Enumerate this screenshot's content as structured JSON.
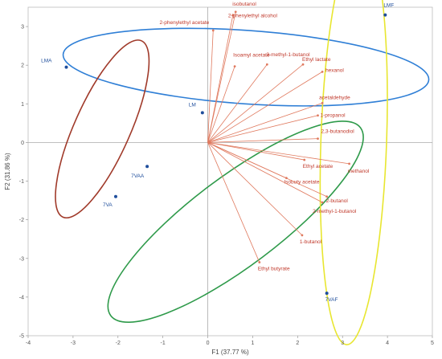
{
  "chart_data": {
    "type": "scatter",
    "xlabel": "F1 (37.77 %)",
    "ylabel": "F2 (31.86 %)",
    "xlim": [
      -4,
      5
    ],
    "ylim": [
      -5,
      3.5
    ],
    "xticks": [
      "-4",
      "-3",
      "-2",
      "-1",
      "0",
      "1",
      "2",
      "3",
      "4",
      "5"
    ],
    "yticks": [
      "-5",
      "-4",
      "-3",
      "-2",
      "-1",
      "0",
      "1",
      "2",
      "3"
    ],
    "grid": false,
    "colors": {
      "variables": "#e07a5f",
      "variable_text": "#c0392b",
      "samples": "#1f4e9c",
      "sample_text": "#1f4e9c",
      "axes": "#aaaaaa"
    },
    "variables": [
      {
        "name": "isobutanol",
        "x": 0.62,
        "y": 3.38
      },
      {
        "name": "2-phenylethyl alcohol",
        "x": 0.56,
        "y": 3.3
      },
      {
        "name": "2-phenylethyl acetate",
        "x": 0.12,
        "y": 2.9
      },
      {
        "name": "3-methyl-1-butanol",
        "x": 1.32,
        "y": 2.02
      },
      {
        "name": "Isoamyl acetate",
        "x": 0.6,
        "y": 1.97
      },
      {
        "name": "Ethyl lactate",
        "x": 2.12,
        "y": 2.02
      },
      {
        "name": "hexanol",
        "x": 2.55,
        "y": 1.83
      },
      {
        "name": "acetaldehyde",
        "x": 2.55,
        "y": 1.02
      },
      {
        "name": "1-propanol",
        "x": 2.45,
        "y": 0.7
      },
      {
        "name": "2,3-butanodiol",
        "x": 2.45,
        "y": 0.1
      },
      {
        "name": "methanol",
        "x": 3.15,
        "y": -0.55
      },
      {
        "name": "Ethyl acetate",
        "x": 2.15,
        "y": -0.45
      },
      {
        "name": "Isobuty acetate",
        "x": 1.75,
        "y": -0.92
      },
      {
        "name": "2-butanol",
        "x": 2.65,
        "y": -1.4
      },
      {
        "name": "2-methyl-1-butanol",
        "x": 2.55,
        "y": -1.55
      },
      {
        "name": "1-butanol",
        "x": 2.1,
        "y": -2.4
      },
      {
        "name": "Ethyl butyrate",
        "x": 1.15,
        "y": -3.1
      }
    ],
    "samples": [
      {
        "name": "LMA",
        "x": -3.15,
        "y": 1.95
      },
      {
        "name": "LM",
        "x": -0.12,
        "y": 0.77
      },
      {
        "name": "LMF",
        "x": 3.95,
        "y": 3.3
      },
      {
        "name": "7VAA",
        "x": -1.35,
        "y": -0.62
      },
      {
        "name": "7VA",
        "x": -2.05,
        "y": -1.4
      },
      {
        "name": "7VAF",
        "x": 2.65,
        "y": -3.9
      }
    ],
    "ellipses": [
      {
        "color": "#2f7fd6",
        "cx": 0.85,
        "cy": 1.95,
        "rx": 4.08,
        "ry": 0.95,
        "angle": 4
      },
      {
        "color": "#a03a2a",
        "cx": -2.35,
        "cy": 0.35,
        "rx": 2.15,
        "ry": 0.72,
        "angle": -66
      },
      {
        "color": "#2e9a4a",
        "cx": 0.62,
        "cy": -2.05,
        "rx": 3.48,
        "ry": 1.15,
        "angle": -37
      },
      {
        "color": "#e8e630",
        "cx": 3.25,
        "cy": 0.05,
        "rx": 4.55,
        "ry": 0.85,
        "angle": 92
      }
    ]
  }
}
